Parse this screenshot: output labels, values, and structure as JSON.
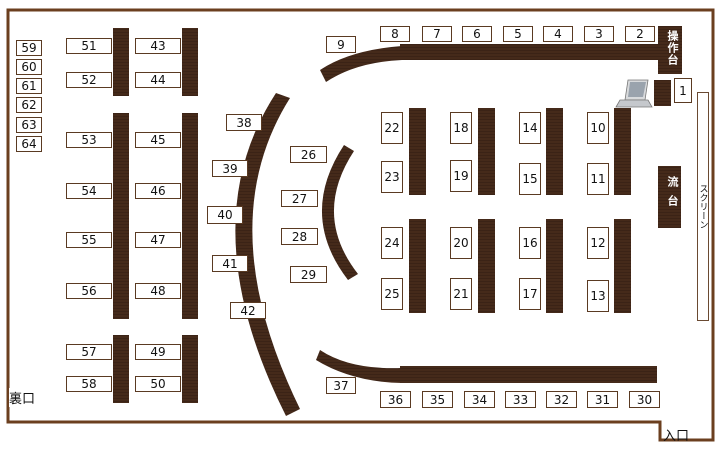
{
  "labels": {
    "control_desk": "操作台",
    "sink_desk": "流台",
    "screen": "スクリーン",
    "back_door": "裏口",
    "entrance": "入口"
  },
  "seats": [
    "1",
    "2",
    "3",
    "4",
    "5",
    "6",
    "7",
    "8",
    "9",
    "10",
    "11",
    "12",
    "13",
    "14",
    "15",
    "16",
    "17",
    "18",
    "19",
    "20",
    "21",
    "22",
    "23",
    "24",
    "25",
    "26",
    "27",
    "28",
    "29",
    "30",
    "31",
    "32",
    "33",
    "34",
    "35",
    "36",
    "37",
    "38",
    "39",
    "40",
    "41",
    "42",
    "43",
    "44",
    "45",
    "46",
    "47",
    "48",
    "49",
    "50",
    "51",
    "52",
    "53",
    "54",
    "55",
    "56",
    "57",
    "58",
    "59",
    "60",
    "61",
    "62",
    "63",
    "64"
  ],
  "colors": {
    "wall": "#6b3f1f",
    "desk": "#3d2417",
    "desk_grain": "#5a3a25"
  }
}
